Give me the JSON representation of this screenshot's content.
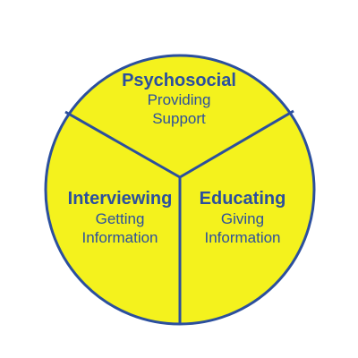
{
  "colors": {
    "fill": "#f4f21d",
    "stroke": "#2b4f9e",
    "text": "#2b4f9e"
  },
  "segments": [
    {
      "title": "Psychosocial",
      "line1": "Providing",
      "line2": "Support"
    },
    {
      "title": "Interviewing",
      "line1": "Getting",
      "line2": "Information"
    },
    {
      "title": "Educating",
      "line1": "Giving",
      "line2": "Information"
    }
  ]
}
